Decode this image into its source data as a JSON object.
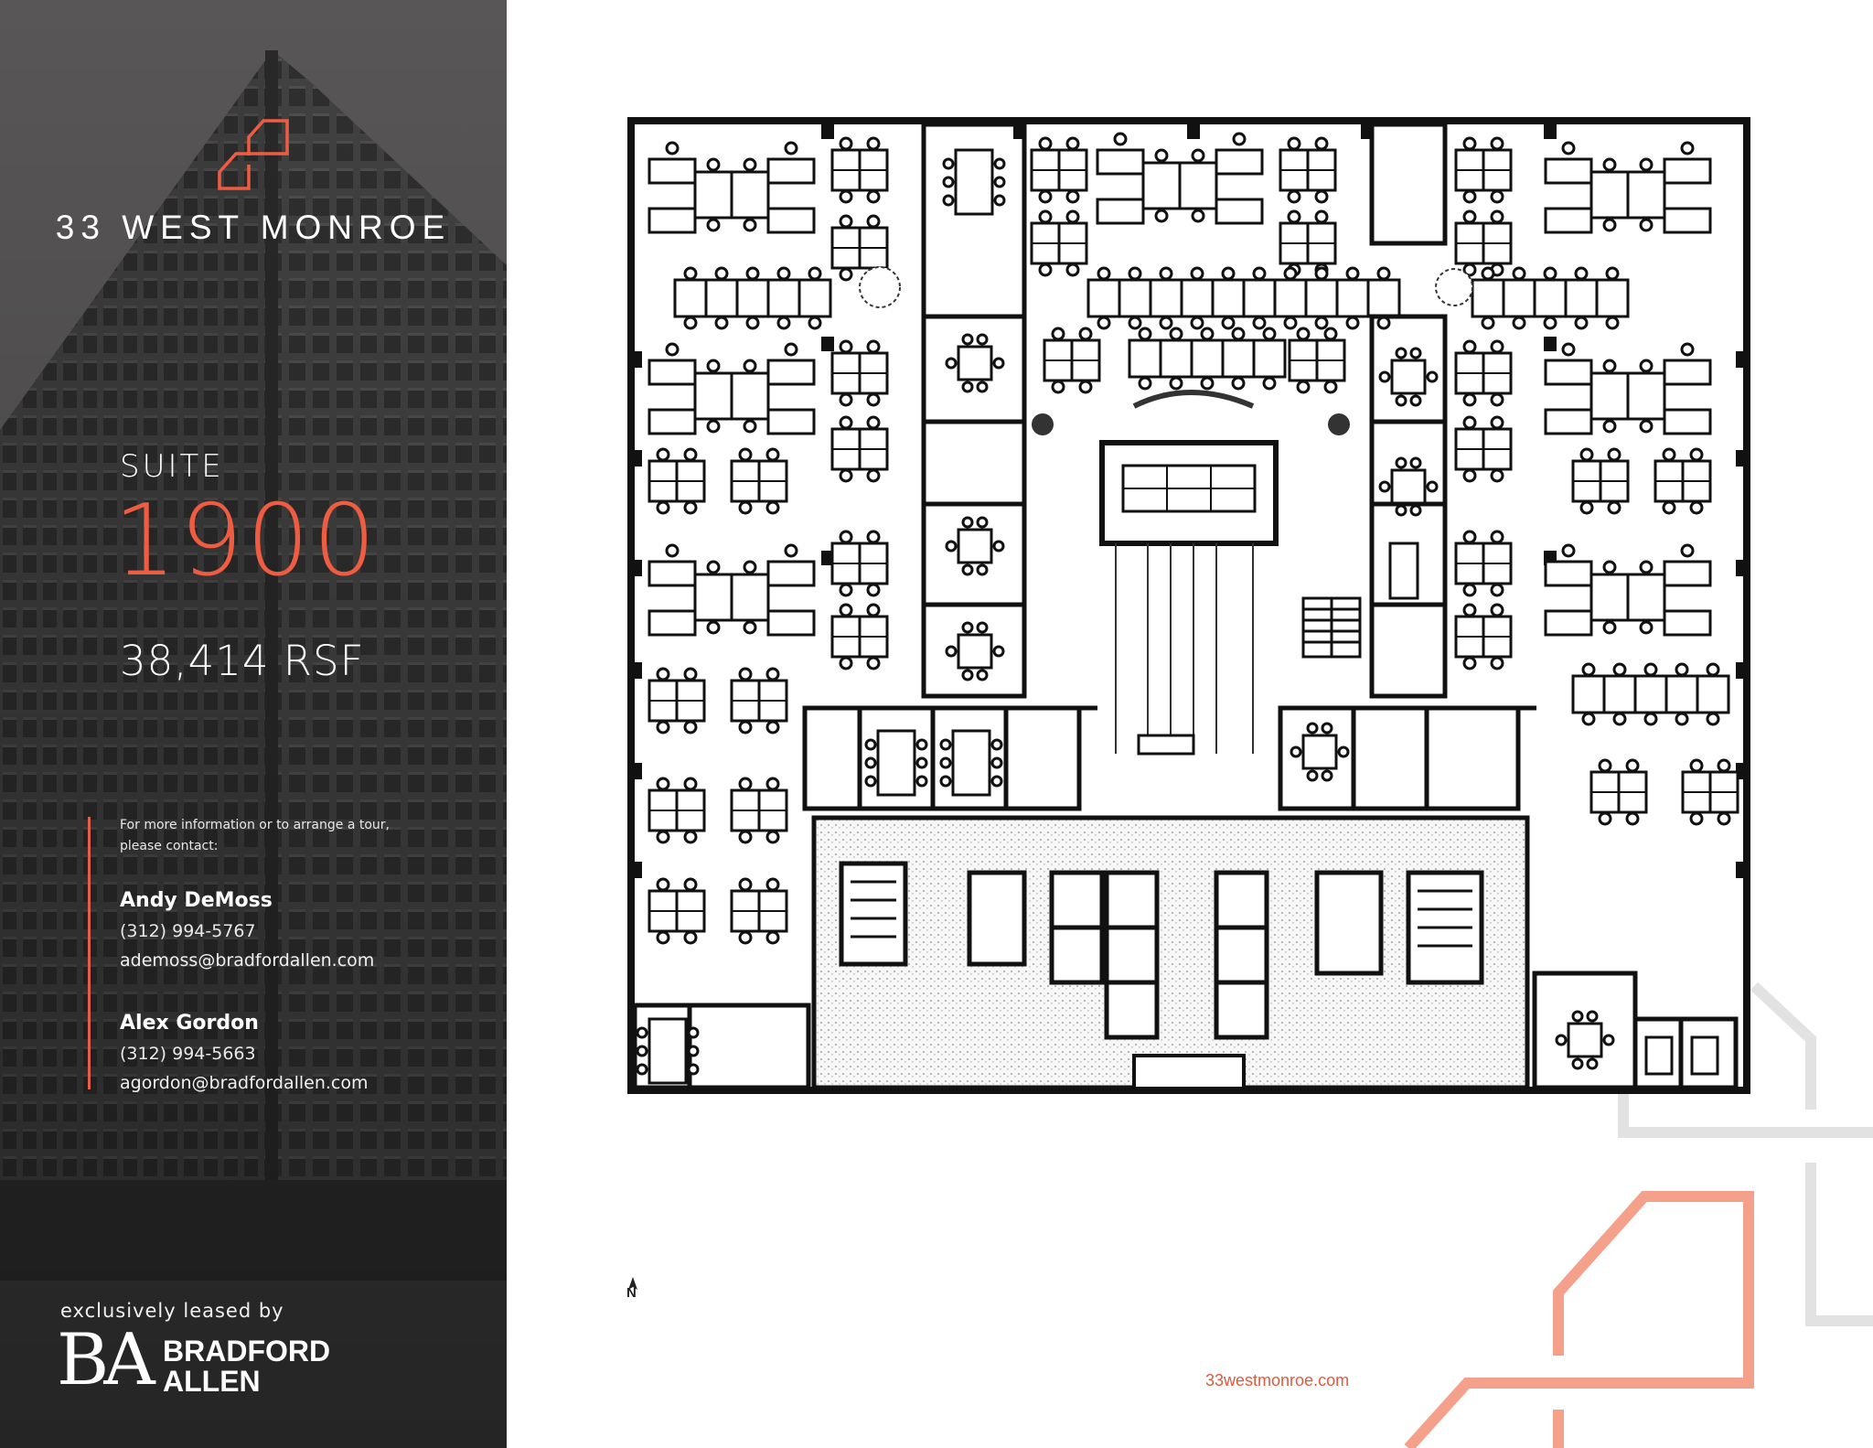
{
  "building": {
    "name": "33 WEST MONROE",
    "logo_icon": "building-outline-logo-icon"
  },
  "suite": {
    "label": "SUITE",
    "number": "1900",
    "area": "38,414 RSF"
  },
  "contact": {
    "intro_line1": "For more information or to arrange a tour,",
    "intro_line2": "please contact:",
    "people": [
      {
        "name": "Andy DeMoss",
        "phone": "(312) 994-5767",
        "email": "ademoss@bradfordallen.com"
      },
      {
        "name": "Alex Gordon",
        "phone": "(312) 994-5663",
        "email": "agordon@bradfordallen.com"
      }
    ]
  },
  "broker": {
    "tagline": "exclusively leased by",
    "monogram": "BA",
    "name_line1": "BRADFORD",
    "name_line2": "ALLEN"
  },
  "floorplan": {
    "north_label": "N",
    "north_icon": "north-arrow-icon"
  },
  "footer": {
    "website": "33westmonroe.com"
  },
  "colors": {
    "accent": "#ee5c42",
    "accent_light": "#f4a08a",
    "panel_bg": "#585656",
    "deco_gray": "#e2e2e2"
  }
}
